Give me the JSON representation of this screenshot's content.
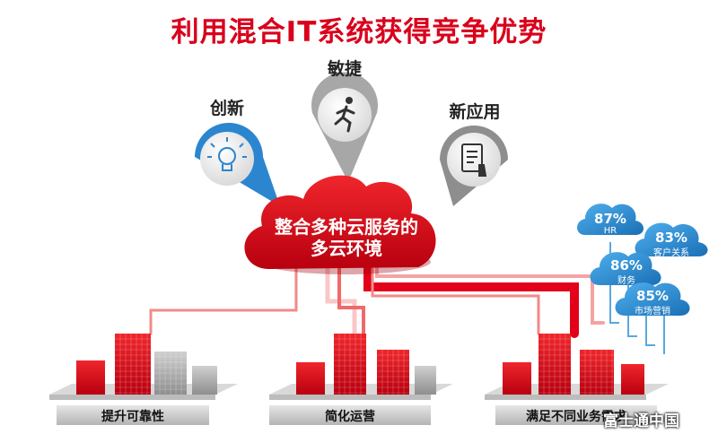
{
  "title": "利用混合IT系统获得竞争优势",
  "bubbles": [
    {
      "label": "创新"
    },
    {
      "label": "敏捷"
    },
    {
      "label": "新应用"
    }
  ],
  "cloud": {
    "line1": "整合多种云服务的",
    "line2": "多云环境"
  },
  "stats": [
    {
      "value": "87%",
      "label": "HR"
    },
    {
      "value": "83%",
      "label": "客户关系"
    },
    {
      "value": "86%",
      "label": "财务"
    },
    {
      "value": "85%",
      "label": "市场营销"
    }
  ],
  "bases": [
    {
      "label": "提升可靠性"
    },
    {
      "label": "简化运营"
    },
    {
      "label": "满足不同业务需求"
    }
  ],
  "watermark": "富士通中国",
  "colors": {
    "title": "#d9001b",
    "cloud": "#e2001a",
    "statCloud": "#2a8fd0",
    "building": "#e21c23"
  }
}
